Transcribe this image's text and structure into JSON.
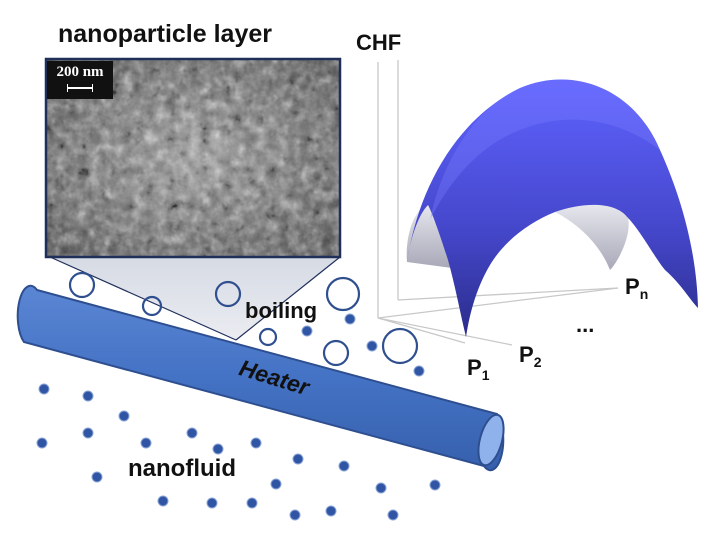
{
  "labels": {
    "nanoparticle_layer": "nanoparticle layer",
    "scale_bar": "200 nm",
    "chf": "CHF",
    "boiling": "boiling",
    "heater": "Heater",
    "nanofluid": "nanofluid",
    "p1_base": "P",
    "p1_sub": "1",
    "p2_base": "P",
    "p2_sub": "2",
    "pn_base": "P",
    "pn_sub": "n",
    "ellipsis": "..."
  },
  "colors": {
    "heater": "#4472c4",
    "heater_edge": "#2e4f8f",
    "particle": "#2f55a4",
    "bubble_stroke": "#2f4f8f",
    "surface": "#5558ee",
    "sem_frame": "#1f2f5a"
  }
}
